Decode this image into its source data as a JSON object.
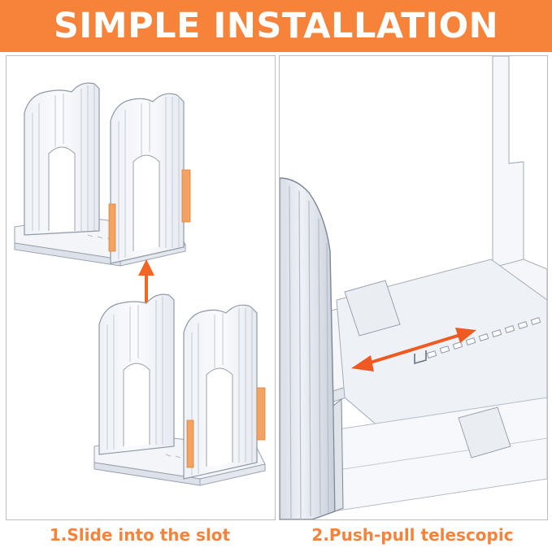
{
  "banner": {
    "title": "SIMPLE INSTALLATION"
  },
  "steps": [
    {
      "caption": "1.Slide into the slot"
    },
    {
      "caption": "2.Push-pull telescopic"
    }
  ],
  "colors": {
    "accent": "#f7833a",
    "arrow_step1": "#f26522",
    "arrow_step2": "#ef5a23",
    "clip": "#f4a261",
    "panel_border": "#bdbdbd"
  },
  "icons": {
    "step1_arrow": "up-arrow-icon",
    "step2_arrow": "double-headed-arrow-icon"
  }
}
